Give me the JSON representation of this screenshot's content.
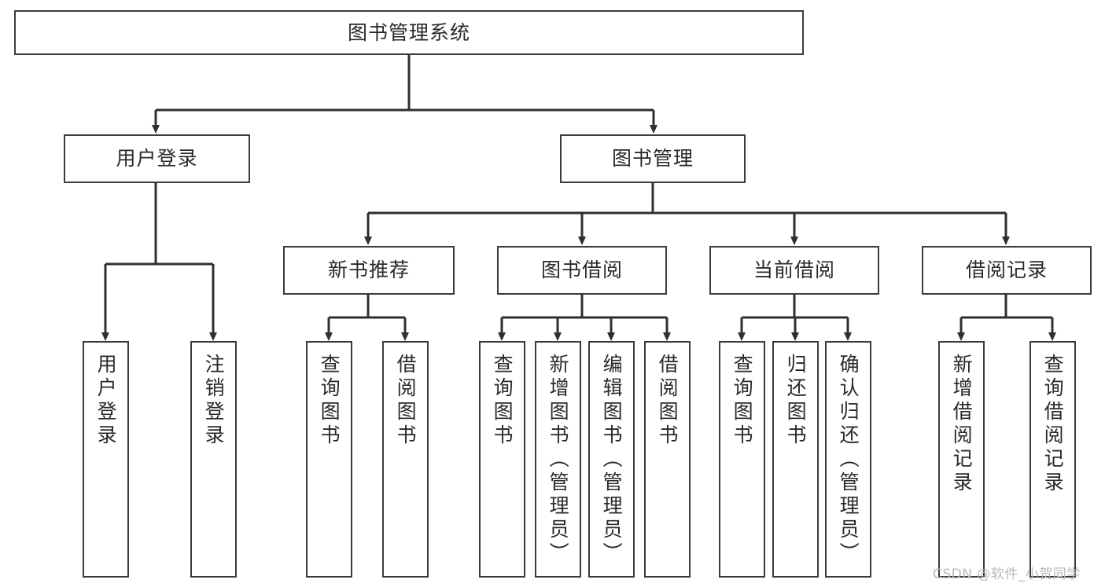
{
  "diagram": {
    "type": "tree-hierarchy",
    "title": "图书管理系统",
    "theme": {
      "background": "#ffffff",
      "box_border": "#3b3b3b",
      "text": "#2a2a2a",
      "connector": "#2f2f2f",
      "watermark": "#b9b9b9"
    },
    "nodes": {
      "root": {
        "label": "图书管理系统"
      },
      "level2": [
        {
          "id": "user-login",
          "label": "用户登录"
        },
        {
          "id": "book-management",
          "label": "图书管理"
        }
      ],
      "level3": [
        {
          "id": "new-book-recommend",
          "label": "新书推荐"
        },
        {
          "id": "book-borrow",
          "label": "图书借阅"
        },
        {
          "id": "current-borrow",
          "label": "当前借阅"
        },
        {
          "id": "borrow-record",
          "label": "借阅记录"
        }
      ],
      "leaves": {
        "user_login": [
          {
            "id": "leaf-user-login",
            "label": "用户登录"
          },
          {
            "id": "leaf-logout-login",
            "label": "注销登录"
          }
        ],
        "new_book_recommend": [
          {
            "id": "leaf-query-book-1",
            "label": "查询图书"
          },
          {
            "id": "leaf-borrow-book-1",
            "label": "借阅图书"
          }
        ],
        "book_borrow": [
          {
            "id": "leaf-query-book-2",
            "label": "查询图书"
          },
          {
            "id": "leaf-add-book",
            "label": "新增图书（管理员）"
          },
          {
            "id": "leaf-edit-book",
            "label": "编辑图书（管理员）"
          },
          {
            "id": "leaf-borrow-book-2",
            "label": "借阅图书"
          }
        ],
        "current_borrow": [
          {
            "id": "leaf-query-book-3",
            "label": "查询图书"
          },
          {
            "id": "leaf-return-book",
            "label": "归还图书"
          },
          {
            "id": "leaf-confirm-return",
            "label": "确认归还（管理员）"
          }
        ],
        "borrow_record": [
          {
            "id": "leaf-add-record",
            "label": "新增借阅记录"
          },
          {
            "id": "leaf-query-record",
            "label": "查询借阅记录"
          }
        ]
      }
    },
    "watermark": "CSDN @软件_小贺同学"
  }
}
